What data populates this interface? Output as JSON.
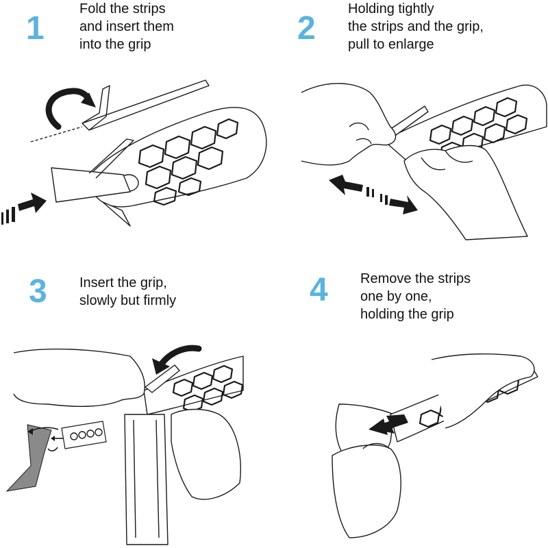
{
  "colors": {
    "step_number": "#5bb3de",
    "line": "#1a1a1a",
    "tool_gray": "#8a8a8a",
    "background": "#ffffff"
  },
  "steps": [
    {
      "number": "1",
      "lines": [
        "Fold the strips",
        "and insert them",
        "into the grip"
      ]
    },
    {
      "number": "2",
      "lines": [
        "Holding tightly",
        "the strips and the grip,",
        "pull to enlarge"
      ]
    },
    {
      "number": "3",
      "lines": [
        "Insert the grip,",
        "slowly but firmly"
      ]
    },
    {
      "number": "4",
      "lines": [
        "Remove the strips",
        "one by one,",
        "holding the grip"
      ]
    }
  ],
  "icons": [
    "curved-arrow-icon",
    "push-arrow-icon",
    "double-arrow-icon",
    "pull-arrow-icon"
  ]
}
